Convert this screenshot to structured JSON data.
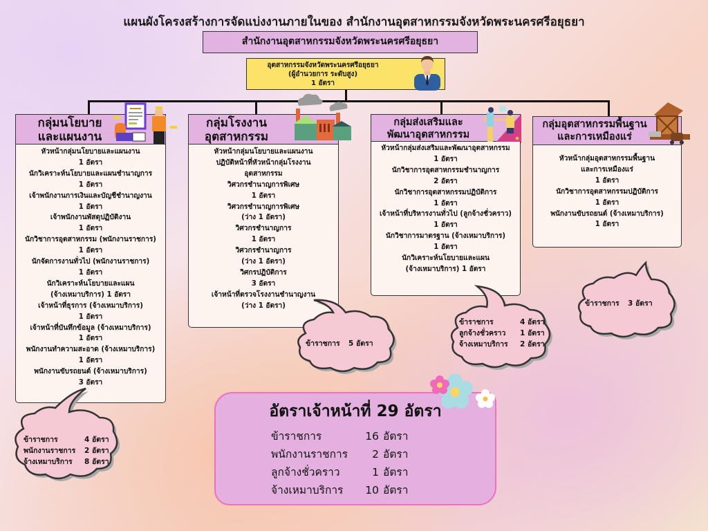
{
  "title": "แผนผังโครงสร้างการจัดแบ่งงานภายในของ สำนักงานอุตสาหกรรมจังหวัดพระนครศรีอยุธยา",
  "office": "สำนักงานอุตสาหกรรมจังหวัดพระนครศรีอยุธยา",
  "director": {
    "lines": [
      "อุตสาหกรรมจังหวัดพระนครศรีอยุธยา",
      "(ผู้อำนวยการ ระดับสูง)",
      "1 อัตรา"
    ]
  },
  "groups": [
    {
      "name_lines": [
        "กลุ่มนโยบาย",
        "และแผนงาน"
      ],
      "icon": "planning-people-icon",
      "positions": [
        "หัวหน้ากลุ่มนโยบายและแผนงาน",
        "1 อัตรา",
        "นักวิเคราะห์นโยบายและแผนชำนาญการ",
        "1 อัตรา",
        "เจ้าพนักงานการเงินและบัญชีชำนาญงาน",
        "1 อัตรา",
        "เจ้าพนักงานพัสดุปฏิบัติงาน",
        "1 อัตรา",
        "นักวิชาการอุตสาหกรรม (พนักงานราชการ)",
        "1 อัตรา",
        "นักจัดการงานทั่วไป (พนักงานราชการ)",
        "1 อัตรา",
        "นักวิเคราะห์นโยบายและแผน",
        "(จ้างเหมาบริการ) 1 อัตรา",
        "เจ้าหน้าที่ธุรการ (จ้างเหมาบริการ)",
        "1 อัตรา",
        "เจ้าหน้าที่บันทึกข้อมูล (จ้างเหมาบริการ)",
        "1 อัตรา",
        "พนักงานทำความสะอาด (จ้างเหมาบริการ)",
        "1 อัตรา",
        "พนักงานขับรถยนต์ (จ้างเหมาบริการ)",
        "3 อัตรา"
      ],
      "summary": [
        {
          "label": "ข้าราชการ",
          "count": "4 อัตรา"
        },
        {
          "label": "พนักงานราชการ",
          "count": "2 อัตรา"
        },
        {
          "label": "จ้างเหมาบริการ",
          "count": "8 อัตรา"
        }
      ]
    },
    {
      "name_lines": [
        "กลุ่มโรงงาน",
        "อุตสาหกรรม"
      ],
      "icon": "factory-icon",
      "positions": [
        "หัวหน้ากลุ่มนโยบายและแผนงาน",
        "ปฏิบัติหน้าที่หัวหน้ากลุ่มโรงงาน",
        "อุตสาหกรรม",
        "วิศวกรชำนาญการพิเศษ",
        "1 อัตรา",
        "วิศวกรชำนาญการพิเศษ",
        "(ว่าง 1 อัตรา)",
        "วิศวกรชำนาญการ",
        "1 อัตรา",
        "วิศวกรชำนาญการ",
        "(ว่าง 1 อัตรา)",
        "วิศกรปฏิบัติการ",
        "3 อัตรา",
        "เจ้าหน้าที่ตรวจโรงงานชำนาญงาน",
        "(ว่าง 1 อัตรา)"
      ],
      "summary": [
        {
          "label": "ข้าราชการ",
          "count": "5 อัตรา"
        }
      ]
    },
    {
      "name_lines": [
        "กลุ่มส่งเสริมและ",
        "พัฒนาอุตสาหกรรม"
      ],
      "icon": "handshake-icon",
      "positions": [
        "หัวหน้ากลุ่มส่งเสริมและพัฒนาอุตสาหกรรม",
        "1 อัตรา",
        "นักวิชาการอุตสาหกรรมชำนาญการ",
        "2 อัตรา",
        "นักวิชาการอุตสาหกรรมปฏิบัติการ",
        "1 อัตรา",
        "เจ้าหน้าที่บริหารงานทั่วไป (ลูกจ้างชั่วคราว)",
        "1 อัตรา",
        "นักวิชาการมาตรฐาน (จ้างเหมาบริการ)",
        "1 อัตรา",
        "นักวิเคราะห์นโยบายและแผน",
        "(จ้างเหมาบริการ) 1 อัตรา"
      ],
      "summary": [
        {
          "label": "ข้าราชการ",
          "count": "4 อัตรา"
        },
        {
          "label": "ลูกจ้างชั่วคราว",
          "count": "1 อัตรา"
        },
        {
          "label": "จ้างเหมาบริการ",
          "count": "2 อัตรา"
        }
      ]
    },
    {
      "name_lines": [
        "กลุ่มอุตสาหกรรมพื้นฐาน",
        "และการเหมืองแร่"
      ],
      "icon": "mine-icon",
      "positions": [
        "หัวหน้ากลุ่มอุตสาหกรรมพื้นฐาน",
        "และการเหมืองแร่",
        "1 อัตรา",
        "นักวิชาการอุตสาหกรรมปฏิบัติการ",
        "1  อัตรา",
        "พนักงานขับรถยนต์ (จ้างเหมาบริการ)",
        "1 อัตรา"
      ],
      "summary": [
        {
          "label": "ข้าราชการ",
          "count": "3 อัตรา"
        }
      ]
    }
  ],
  "total": {
    "title": "อัตราเจ้าหน้าที่ 29 อัตรา",
    "rows": [
      {
        "label": "ข้าราชการ",
        "count": "16",
        "unit": "อัตรา"
      },
      {
        "label": "พนักงานราชการ",
        "count": "2",
        "unit": "อัตรา"
      },
      {
        "label": "ลูกจ้างชั่วคราว",
        "count": "1",
        "unit": "อัตรา"
      },
      {
        "label": "จ้างเหมาบริการ",
        "count": "10",
        "unit": "อัตรา"
      }
    ]
  },
  "colors": {
    "header_purple": "#e2b3e0",
    "director_yellow": "#fbe36a",
    "body_cream": "#fdf3ef",
    "cloud_pink": "#f6cad5",
    "summary_border": "#f06fc0"
  }
}
